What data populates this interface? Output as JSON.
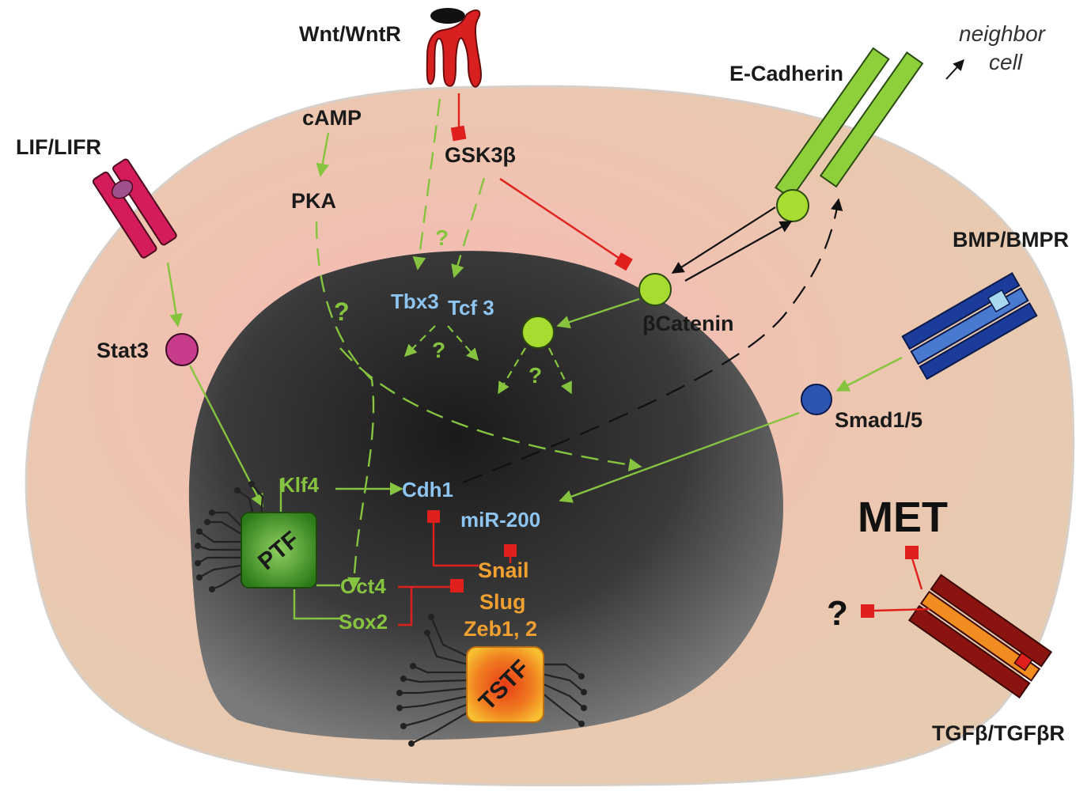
{
  "labels": {
    "wnt": "Wnt/WntR",
    "neighbor_line1": "neighbor",
    "neighbor_line2": "cell",
    "ecadherin": "E-Cadherin",
    "camp": "cAMP",
    "gsk3b": "GSK3β",
    "lif": "LIF/LIFR",
    "pka": "PKA",
    "bmp": "BMP/BMPR",
    "stat3": "Stat3",
    "tbx3": "Tbx3",
    "tcf3": "Tcf 3",
    "bcatenin": "βCatenin",
    "smad": "Smad1/5",
    "klf4": "Klf4",
    "cdh1": "Cdh1",
    "mir200": "miR-200",
    "met": "MET",
    "ptf": "PTF",
    "snail": "Snail",
    "oct4": "Oct4",
    "slug": "Slug",
    "sox2": "Sox2",
    "zeb": "Zeb1, 2",
    "tstf": "TSTF",
    "tgfb": "TGFβ/TGFβR"
  },
  "question_mark": "?",
  "colors": {
    "cell_bg": "#e8cdb0",
    "cytoplasm_glow": "#f4b8b4",
    "nucleus": "#555555",
    "activation_green": "#86c440",
    "inhibition_red": "#e0201c",
    "gene_blue": "#8ec4f0",
    "emt_orange": "#f0a030",
    "ecadherin_green": "#8ed03c",
    "bmp_blue": "#1c3c9c",
    "tgf_red": "#8c1410",
    "tgf_orange": "#f08c20",
    "lif_pink": "#d41c5c",
    "stat3_magenta": "#c83c8c",
    "smad_blue": "#2c54b0",
    "ptf_green": "#3c8c20",
    "tstf_orange": "#f0a020"
  }
}
